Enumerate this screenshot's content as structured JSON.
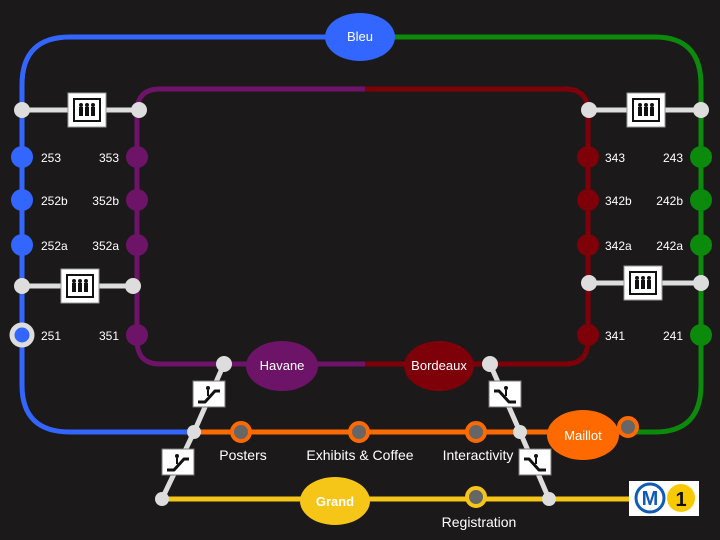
{
  "halls": {
    "bleu": "Bleu",
    "havane": "Havane",
    "bordeaux": "Bordeaux",
    "maillot": "Maillot",
    "grand": "Grand"
  },
  "areas": {
    "posters": "Posters",
    "exhibits": "Exhibits & Coffee",
    "interactivity": "Interactivity",
    "registration": "Registration"
  },
  "rooms": {
    "blue": [
      "253",
      "252b",
      "252a",
      "251"
    ],
    "purple": [
      "353",
      "352b",
      "352a",
      "351"
    ],
    "red": [
      "343",
      "342b",
      "342a",
      "341"
    ],
    "green": [
      "243",
      "242b",
      "242a",
      "241"
    ]
  },
  "metro": {
    "letter": "M",
    "line": "1"
  },
  "icons": {
    "elevator": "elevator-icon",
    "escalator": "escalator-icon",
    "metro": "metro-logo-icon"
  },
  "colors": {
    "background": "#1c191a",
    "blue": "#3366ff",
    "green": "#0b8a0b",
    "purple": "#6e1468",
    "red": "#7e0009",
    "orange": "#ff6a00",
    "yellow": "#f5c518",
    "connector": "#dddddd",
    "metro_yellow": "#f9c900",
    "metro_blue": "#0f5bb5"
  }
}
